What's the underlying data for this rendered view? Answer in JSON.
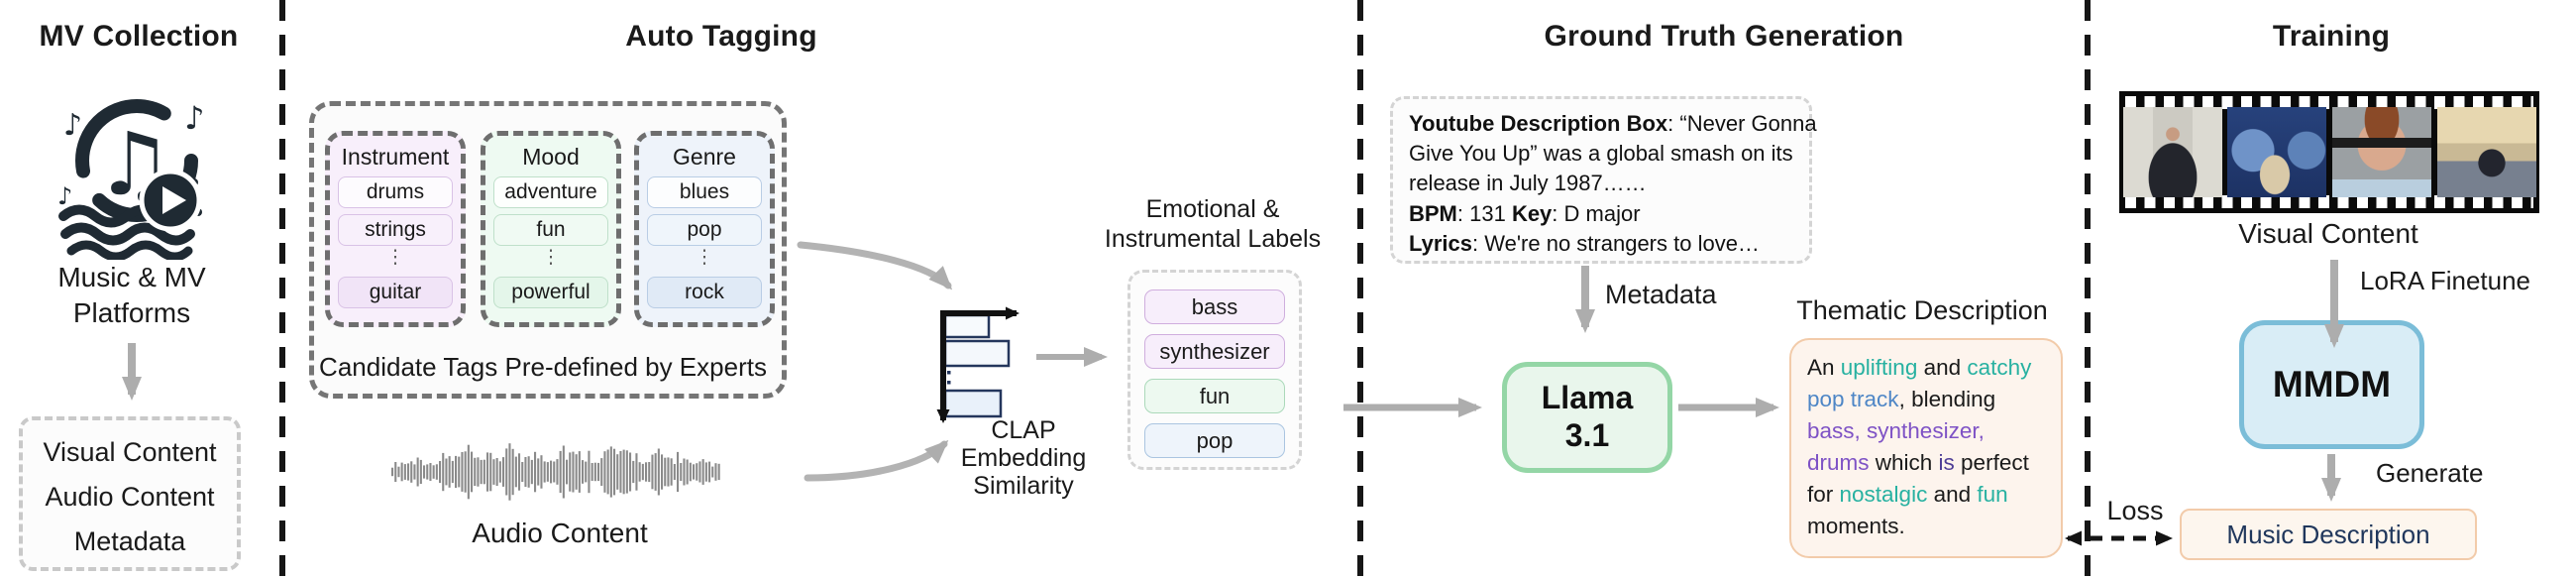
{
  "colors": {
    "arrow_gray": "#adadad",
    "divider_black": "#161616",
    "teal": "#27b1a1",
    "blue": "#4e86c6",
    "purple": "#7e52c5",
    "dark_purple": "#4f3e96",
    "black_text": "#1a1a1a",
    "llama_fill": "#e9f6ec",
    "llama_border": "#94d6a6",
    "mmdm_fill": "#d9edf6",
    "mmdm_border": "#7bbdd8",
    "desc_fill": "#fdf4ed",
    "desc_border": "#f2cbaa"
  },
  "sections": {
    "mv_collection": {
      "title": "MV Collection",
      "platform_label": "Music & MV Platforms",
      "outputs": [
        "Visual Content",
        "Audio Content",
        "Metadata"
      ]
    },
    "auto_tagging": {
      "title": "Auto Tagging",
      "candidate_caption": "Candidate Tags Pre-defined by Experts",
      "ellipsis": "⋮",
      "columns": [
        {
          "name": "Instrument",
          "tags": [
            "drums",
            "strings",
            "guitar"
          ]
        },
        {
          "name": "Mood",
          "tags": [
            "adventure",
            "fun",
            "powerful"
          ]
        },
        {
          "name": "Genre",
          "tags": [
            "blues",
            "pop",
            "rock"
          ]
        }
      ],
      "audio_label": "Audio Content",
      "clap_label": "CLAP Embedding Similarity",
      "labels_title": "Emotional & Instrumental Labels",
      "labels": [
        "bass",
        "synthesizer",
        "fun",
        "pop"
      ]
    },
    "ground_truth": {
      "title": "Ground Truth Generation",
      "metadata_lines": [
        {
          "segs": [
            {
              "t": "Youtube Description Box",
              "b": true
            },
            {
              "t": ": “Never Gonna",
              "b": false
            }
          ]
        },
        {
          "segs": [
            {
              "t": "Give You Up” was a global smash on its",
              "b": false
            }
          ]
        },
        {
          "segs": [
            {
              "t": "release in July 1987……",
              "b": false
            }
          ]
        },
        {
          "segs": [
            {
              "t": "BPM",
              "b": true
            },
            {
              "t": ": 131 ",
              "b": false
            },
            {
              "t": "Key",
              "b": true
            },
            {
              "t": ": D major",
              "b": false
            }
          ]
        },
        {
          "segs": [
            {
              "t": "Lyrics",
              "b": true
            },
            {
              "t": ": We're no strangers to love…",
              "b": false
            }
          ]
        }
      ],
      "metadata_label": "Metadata",
      "llm_line1": "Llama",
      "llm_line2": "3.1",
      "thematic_title": "Thematic Description",
      "thematic_lines": [
        {
          "segs": [
            {
              "t": "An ",
              "c": "#1a1a1a"
            },
            {
              "t": "uplifting ",
              "c": "#27b1a1"
            },
            {
              "t": "and ",
              "c": "#1a1a1a"
            },
            {
              "t": "catchy",
              "c": "#27b1a1"
            }
          ]
        },
        {
          "segs": [
            {
              "t": "pop track",
              "c": "#4e86c6"
            },
            {
              "t": ", blending",
              "c": "#1a1a1a"
            }
          ]
        },
        {
          "segs": [
            {
              "t": "bass, synthesizer,",
              "c": "#7e52c5"
            }
          ]
        },
        {
          "segs": [
            {
              "t": "drums ",
              "c": "#7e52c5"
            },
            {
              "t": "which ",
              "c": "#1a1a1a"
            },
            {
              "t": "is ",
              "c": "#4f3e96"
            },
            {
              "t": "perfect",
              "c": "#1a1a1a"
            }
          ]
        },
        {
          "segs": [
            {
              "t": "for ",
              "c": "#1a1a1a"
            },
            {
              "t": "nostalgic ",
              "c": "#27b1a1"
            },
            {
              "t": "and ",
              "c": "#1a1a1a"
            },
            {
              "t": "fun",
              "c": "#27b1a1"
            }
          ]
        },
        {
          "segs": [
            {
              "t": "moments.",
              "c": "#1a1a1a"
            }
          ]
        }
      ]
    },
    "training": {
      "title": "Training",
      "visual_label": "Visual Content",
      "lora_label": "LoRA Finetune",
      "model": "MMDM",
      "generate_label": "Generate",
      "music_desc_label": "Music Description",
      "loss_label": "Loss"
    }
  }
}
